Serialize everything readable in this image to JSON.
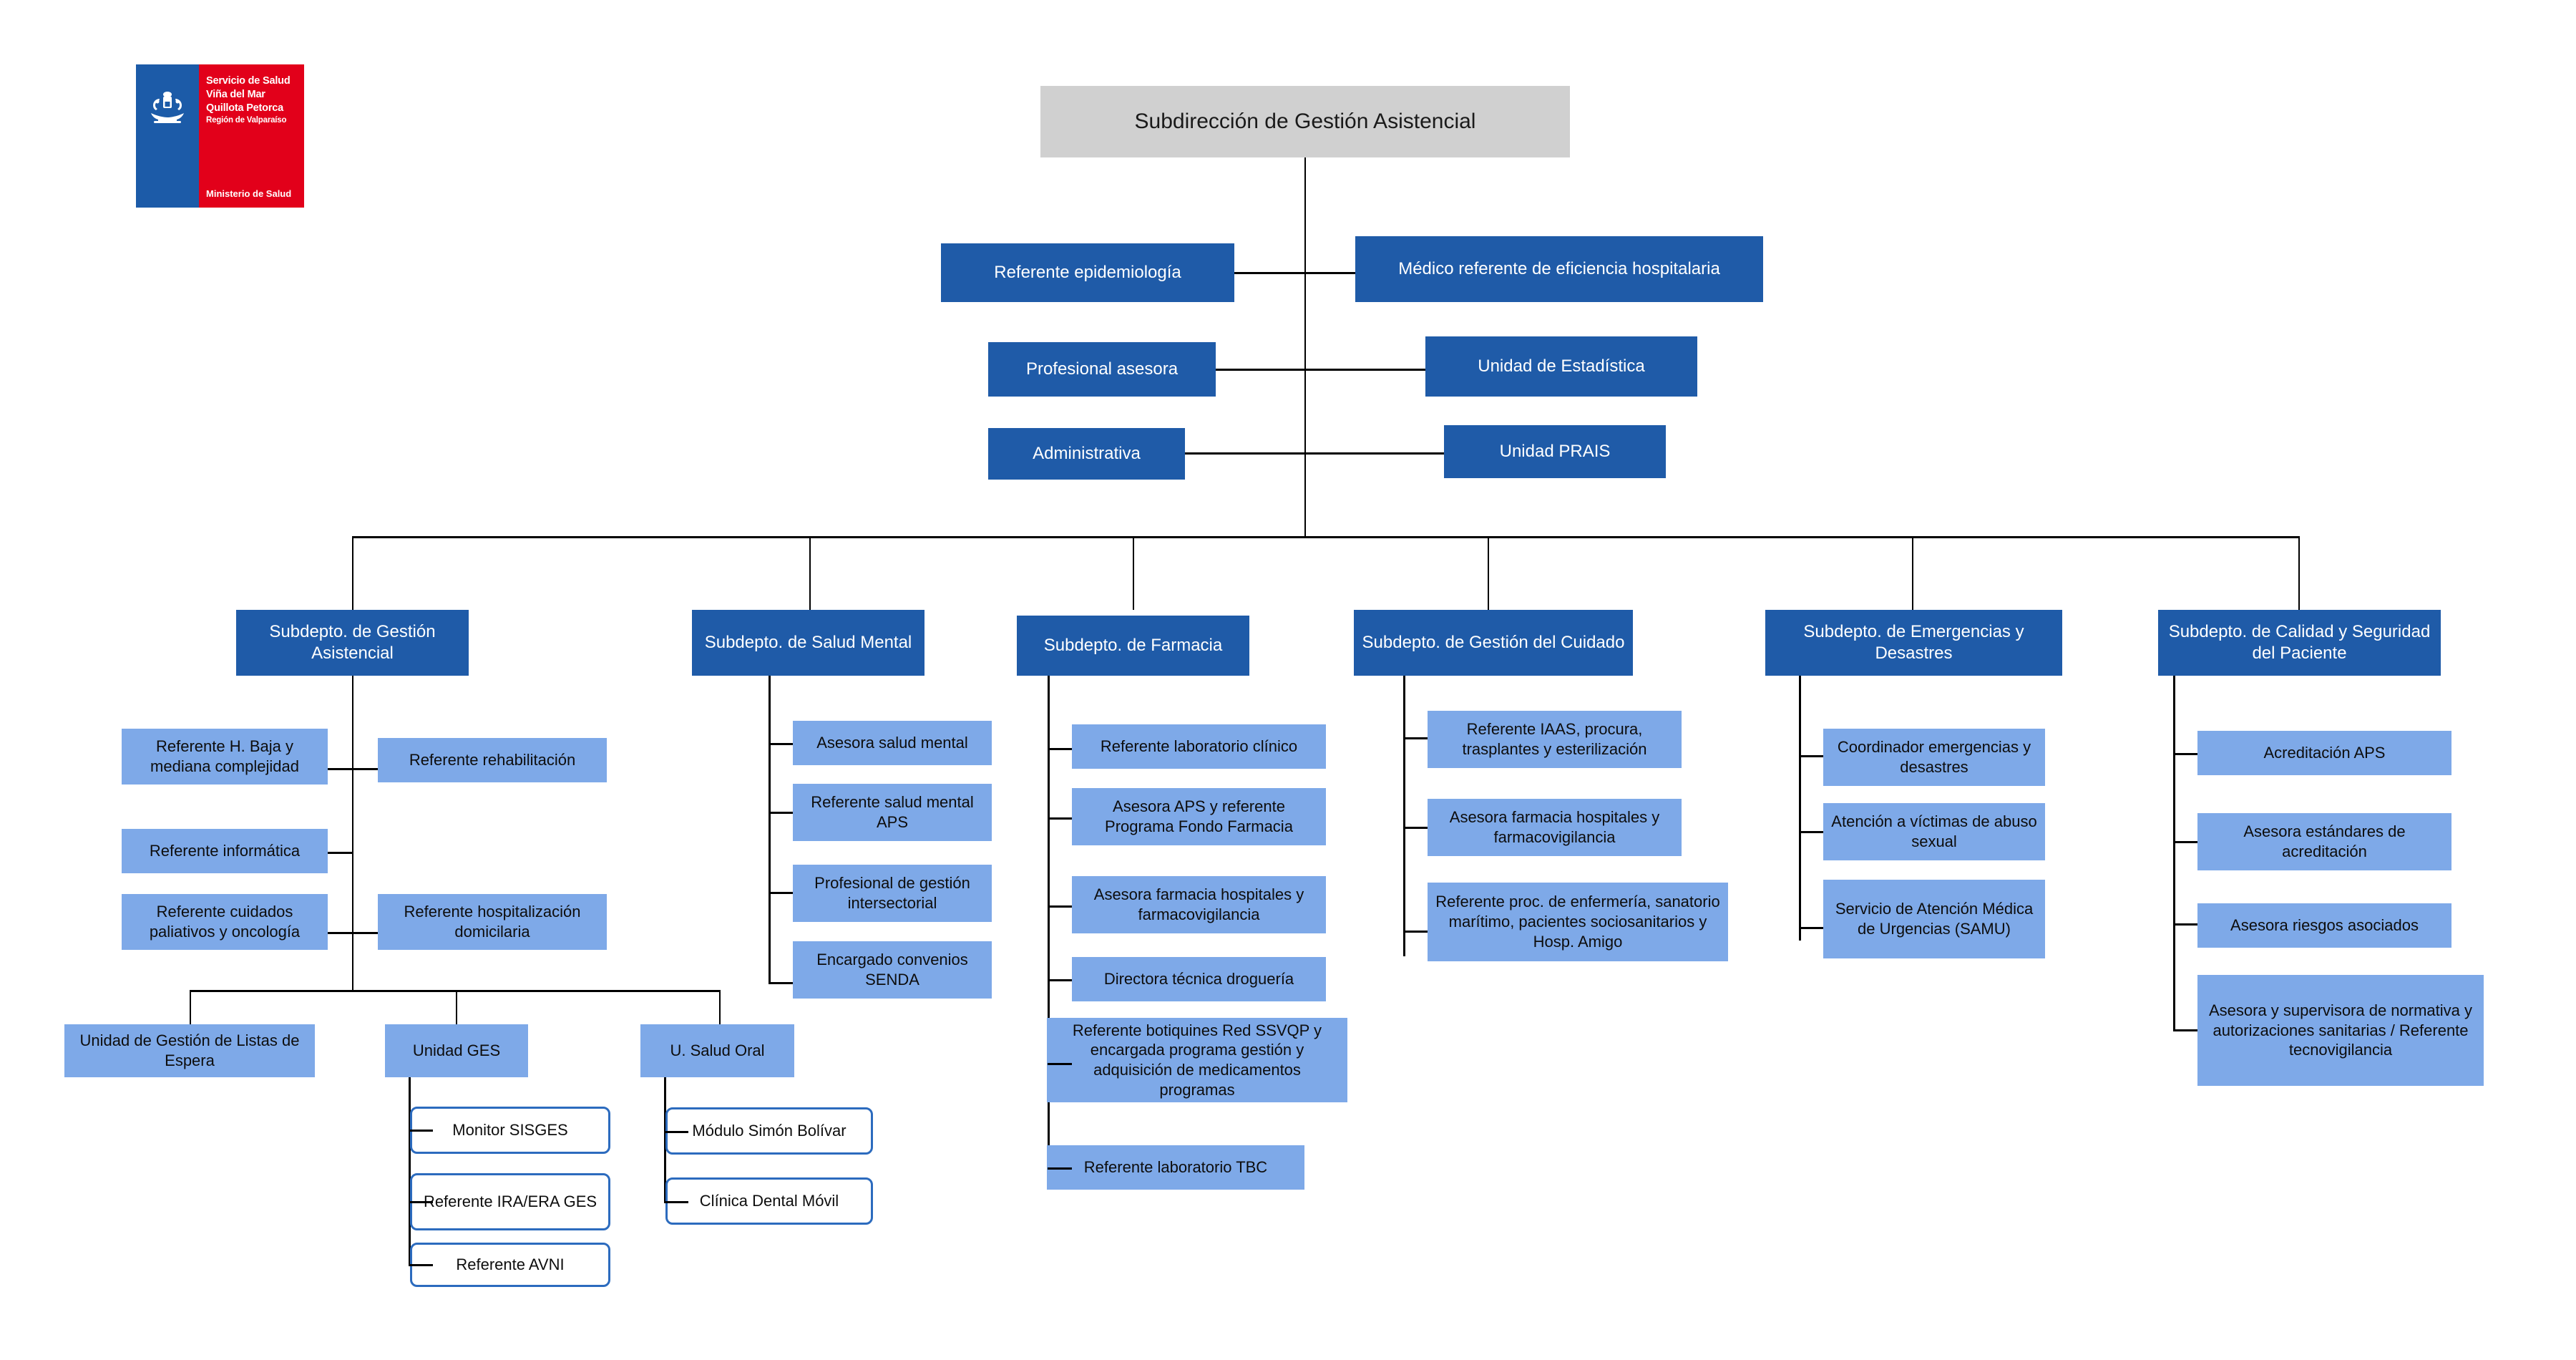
{
  "logo": {
    "name": "minsal-ssvqp-logo",
    "line1": "Servicio de Salud",
    "line2": "Viña del Mar",
    "line3": "Quillota Petorca",
    "line4": "Región de Valparaíso",
    "ministry": "Ministerio de Salud",
    "colors": {
      "blue": "#1C5BA8",
      "red": "#E2001A"
    }
  },
  "colors": {
    "title_gray": "#D0D0D0",
    "dark_blue": "#1F5BA8",
    "light_blue": "#7EA9E8",
    "outline_blue": "#2C6BBE",
    "line_black": "#000000",
    "background": "#FFFFFF"
  },
  "root": {
    "label": "Subdirección de Gestión Asistencial"
  },
  "staff_left": [
    {
      "label": "Referente epidemiología"
    },
    {
      "label": "Profesional asesora"
    },
    {
      "label": "Administrativa"
    }
  ],
  "staff_right": [
    {
      "label": "Médico referente de eficiencia hospitalaria"
    },
    {
      "label": "Unidad de Estadística"
    },
    {
      "label": "Unidad PRAIS"
    }
  ],
  "departments": [
    {
      "label": "Subdepto. de Gestión Asistencial",
      "left_children": [
        {
          "label": "Referente H. Baja y mediana complejidad"
        },
        {
          "label": "Referente informática"
        },
        {
          "label": "Referente cuidados paliativos y oncología"
        }
      ],
      "right_children": [
        {
          "label": "Referente rehabilitación"
        },
        {
          "label": "Referente hospitalización domicilaria"
        }
      ],
      "units": [
        {
          "label": "Unidad de Gestión de Listas de Espera",
          "children": []
        },
        {
          "label": "Unidad GES",
          "children": [
            {
              "label": "Monitor SISGES"
            },
            {
              "label": "Referente IRA/ERA GES"
            },
            {
              "label": "Referente AVNI"
            }
          ]
        },
        {
          "label": "U. Salud Oral",
          "children": [
            {
              "label": "Módulo Simón Bolívar"
            },
            {
              "label": "Clínica Dental Móvil"
            }
          ]
        }
      ]
    },
    {
      "label": "Subdepto. de Salud Mental",
      "children": [
        {
          "label": "Asesora salud mental"
        },
        {
          "label": "Referente salud mental APS"
        },
        {
          "label": "Profesional de gestión intersectorial"
        },
        {
          "label": "Encargado convenios SENDA"
        }
      ]
    },
    {
      "label": "Subdepto. de Farmacia",
      "children": [
        {
          "label": "Referente laboratorio clínico"
        },
        {
          "label": "Asesora APS y referente Programa Fondo Farmacia"
        },
        {
          "label": "Asesora farmacia hospitales y farmacovigilancia"
        },
        {
          "label": "Directora técnica droguería"
        },
        {
          "label": "Referente botiquines Red SSVQP y encargada programa gestión y adquisición de medicamentos programas"
        },
        {
          "label": "Referente laboratorio TBC"
        }
      ]
    },
    {
      "label": "Subdepto. de Gestión del Cuidado",
      "children": [
        {
          "label": "Referente IAAS, procura, trasplantes y esterilización"
        },
        {
          "label": "Asesora farmacia hospitales y farmacovigilancia"
        },
        {
          "label": "Referente proc. de enfermería, sanatorio marítimo, pacientes sociosanitarios y Hosp. Amigo"
        }
      ]
    },
    {
      "label": "Subdepto. de Emergencias y Desastres",
      "children": [
        {
          "label": "Coordinador emergencias y desastres"
        },
        {
          "label": "Atención a víctimas de abuso sexual"
        },
        {
          "label": "Servicio de Atención Médica de Urgencias (SAMU)"
        }
      ]
    },
    {
      "label": "Subdepto. de Calidad y Seguridad del Paciente",
      "children": [
        {
          "label": "Acreditación APS"
        },
        {
          "label": "Asesora estándares de acreditación"
        },
        {
          "label": "Asesora riesgos asociados"
        },
        {
          "label": "Asesora y supervisora de normativa y autorizaciones sanitarias / Referente tecnovigilancia"
        }
      ]
    }
  ]
}
